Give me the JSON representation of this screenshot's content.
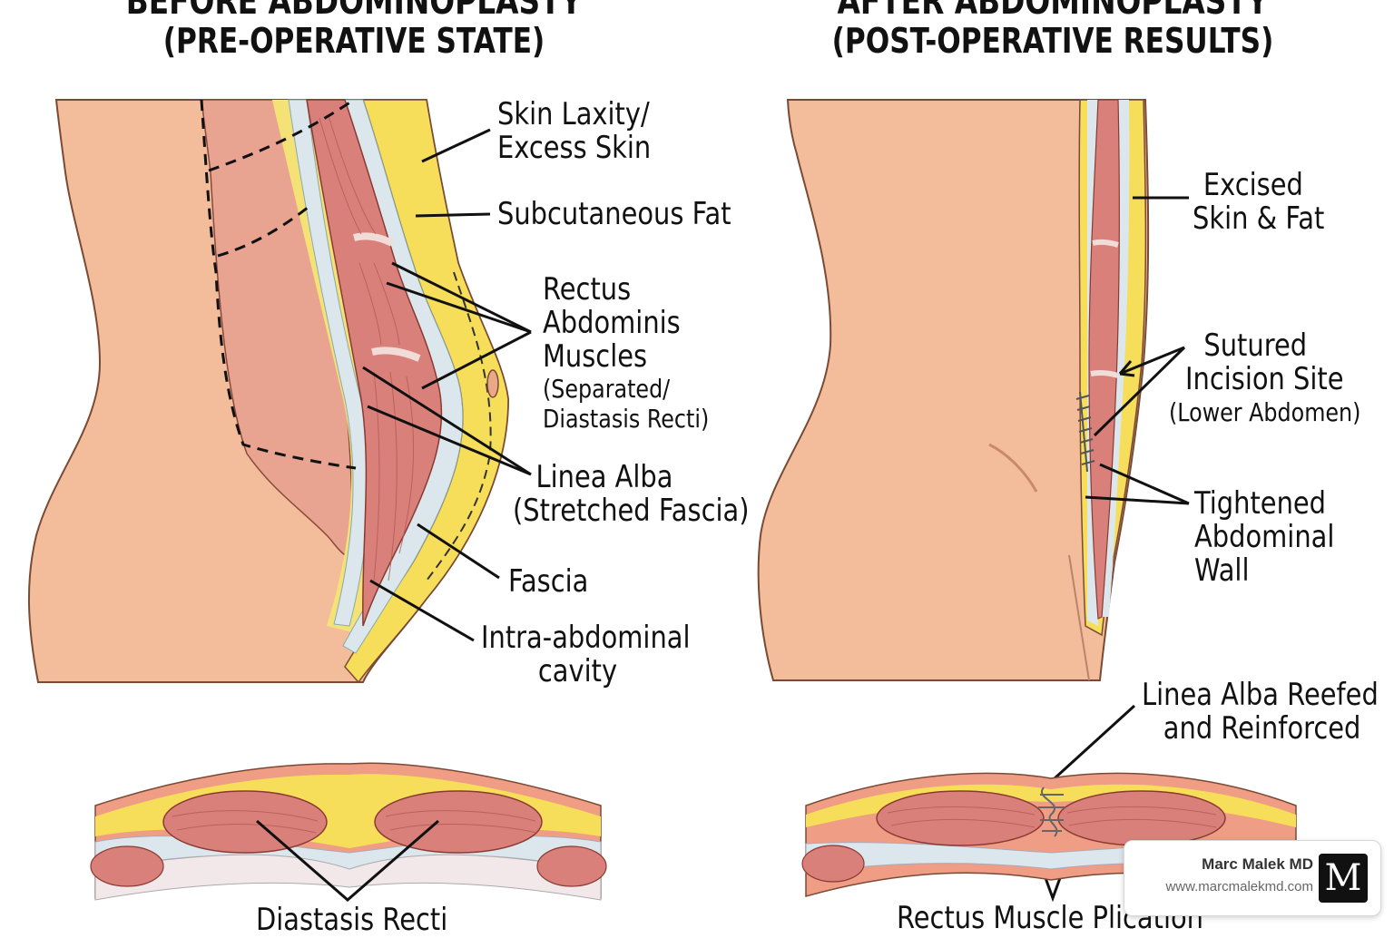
{
  "headers": {
    "before": {
      "line1": "BEFORE ABDOMINOPLASTY",
      "line2": "(PRE-OPERATIVE STATE)"
    },
    "after": {
      "line1": "AFTER ABDOMINOPLASTY",
      "line2": "(POST-OPERATIVE RESULTS)"
    }
  },
  "before_labels": {
    "skin_laxity": [
      "Skin Laxity/",
      "Excess Skin"
    ],
    "subcutaneous_fat": "Subcutaneous Fat",
    "rectus": [
      "Rectus",
      "Abdominis",
      "Muscles"
    ],
    "rectus_note": [
      "(Separated/",
      "Diastasis Recti)"
    ],
    "linea_alba": [
      "Linea Alba",
      "(Stretched Fascia)"
    ],
    "fascia": "Fascia",
    "intra_abdominal": [
      "Intra-abdominal",
      "cavity"
    ],
    "diastasis_recti": "Diastasis Recti"
  },
  "after_labels": {
    "excised": [
      "Excised",
      "Skin & Fat"
    ],
    "sutured": [
      "Sutured",
      "Incision Site"
    ],
    "sutured_note": "(Lower Abdomen)",
    "tightened": [
      "Tightened",
      "Abdominal",
      "Wall"
    ],
    "linea_reefed": [
      "Linea Alba Reefed",
      "and Reinforced"
    ],
    "plication": "Rectus Muscle Plication"
  },
  "badge": {
    "name": "Marc Malek MD",
    "url": "www.marcmalekmd.com",
    "logo": "M"
  },
  "colors": {
    "skin": "#f3bd9c",
    "skin_shade": "#e9a888",
    "fat": "#f7e36a",
    "muscle": "#d9807a",
    "fascia": "#dbe7ec",
    "outline": "#5a3a2c"
  }
}
